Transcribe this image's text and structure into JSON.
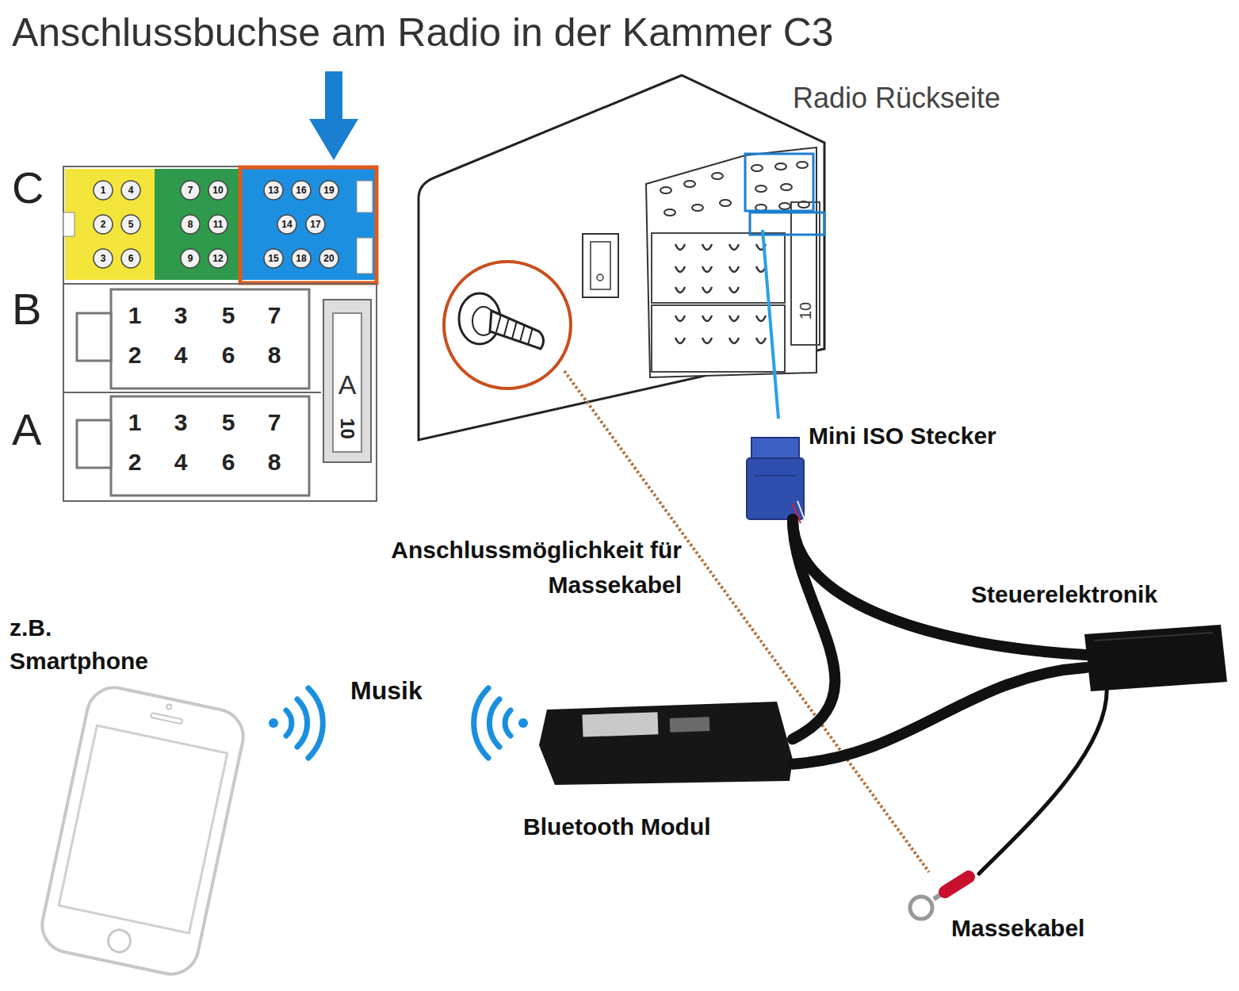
{
  "diagram": {
    "title": "Anschlussbuchse am Radio in der Kammer C3",
    "nodes": [
      {
        "text": [
          "Mini ISO Stecker"
        ]
      },
      {
        "text": [
          "Steuerelektronik"
        ]
      },
      {
        "text": [
          "z.B. Smartphone"
        ]
      },
      {
        "text": [
          "Bluetooth Modul"
        ]
      },
      {
        "text": [
          "Massekabel"
        ]
      }
    ],
    "edges": [
      {
        "from": 0,
        "to": 1,
        "arrow": "none"
      },
      {
        "from": 0,
        "to": 3,
        "arrow": "none"
      },
      {
        "from": 3,
        "to": 1,
        "arrow": "none"
      },
      {
        "from": 1,
        "to": 4,
        "arrow": "none"
      }
    ],
    "labels": [
      "Radio Rückseite",
      "C",
      "B",
      "A",
      "1",
      "4",
      "2",
      "5",
      "3",
      "6",
      "7",
      "10",
      "8",
      "11",
      "9",
      "12",
      "13",
      "16",
      "19",
      "14",
      "17",
      "15",
      "18",
      "20",
      "1",
      "3",
      "5",
      "7",
      "2",
      "4",
      "6",
      "8",
      "1",
      "3",
      "5",
      "7",
      "2",
      "4",
      "6",
      "8",
      "A",
      "10",
      "10",
      "Anschlussmöglichkeit für Massekabel",
      "Musik"
    ]
  }
}
